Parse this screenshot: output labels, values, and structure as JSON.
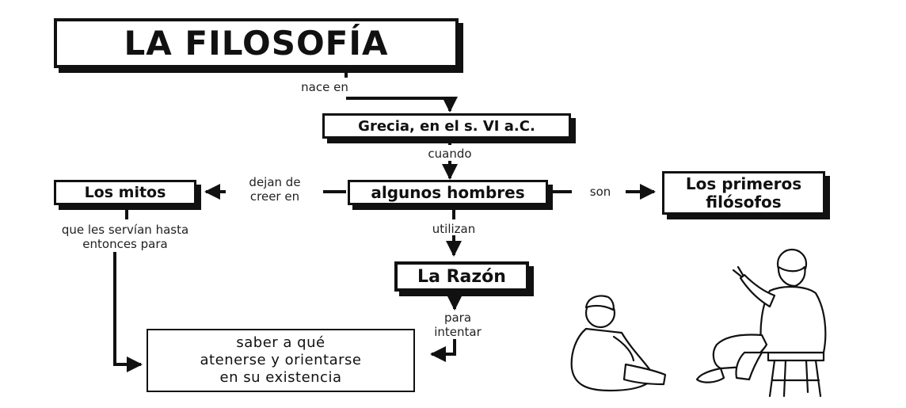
{
  "nodes": {
    "title": "LA FILOSOFÍA",
    "grecia": "Grecia, en el s. VI a.C.",
    "hombres": "algunos hombres",
    "mitos": "Los mitos",
    "primeros_line1": "Los primeros",
    "primeros_line2": "filósofos",
    "razon": "La Razón",
    "saber_line1": "saber a qué",
    "saber_line2": "atenerse y orientarse",
    "saber_line3": "en su existencia"
  },
  "edges": {
    "nace_en": "nace en",
    "cuando": "cuando",
    "dejan_line1": "dejan de",
    "dejan_line2": "creer en",
    "son": "son",
    "utilizan": "utilizan",
    "mitos_line1": "que les servían hasta",
    "mitos_line2": "entonces para",
    "para": "para",
    "intentar": "intentar"
  },
  "illustration": {
    "subject": "philosopher-teaching-child-icon"
  }
}
